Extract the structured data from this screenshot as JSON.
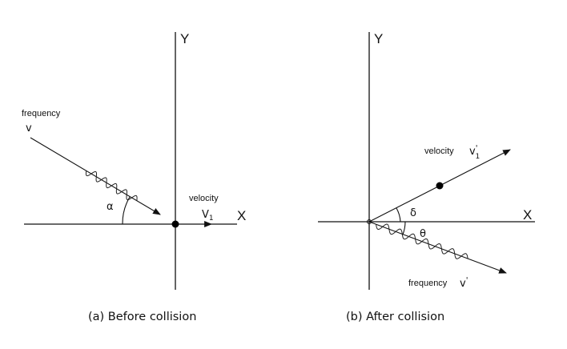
{
  "panel_a": {
    "caption": "(a) Before collision",
    "y_axis": "Y",
    "x_axis": "X",
    "frequency_label": "frequency",
    "frequency_symbol": "v",
    "velocity_label": "velocity",
    "velocity_symbol": "V",
    "velocity_subscript": "1",
    "angle_label": "α"
  },
  "panel_b": {
    "caption": "(b) After collision",
    "y_axis": "Y",
    "x_axis": "X",
    "velocity_label": "velocity",
    "velocity_symbol": "v",
    "velocity_prime": "'",
    "velocity_subscript": "1",
    "frequency_label": "frequency",
    "frequency_symbol": "v",
    "frequency_prime": "'",
    "angle_delta": "δ",
    "angle_theta": "θ"
  }
}
